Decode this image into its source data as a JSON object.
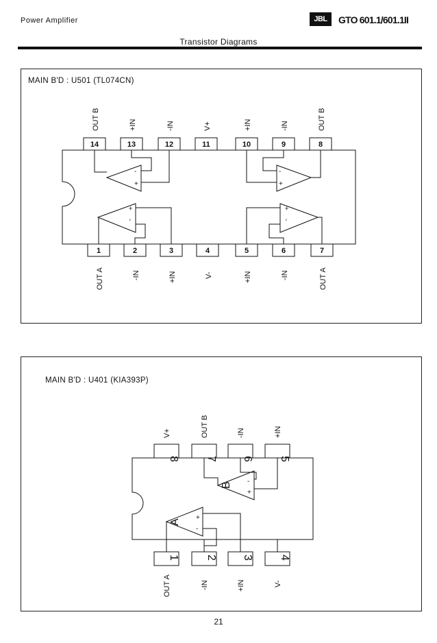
{
  "header": {
    "category": "Power  Amplifier",
    "logo_text": "JBL",
    "model": "GTO 601.1/601.1II",
    "section_title": "Transistor Diagrams"
  },
  "panel1": {
    "title": "MAIN B'D : U501 (TL074CN)",
    "top_pins": [
      {
        "number": "14",
        "label": "OUT B"
      },
      {
        "number": "13",
        "label": "+IN"
      },
      {
        "number": "12",
        "label": "-IN"
      },
      {
        "number": "11",
        "label": "V+"
      },
      {
        "number": "10",
        "label": "+IN"
      },
      {
        "number": "9",
        "label": "-IN"
      },
      {
        "number": "8",
        "label": "OUT B"
      }
    ],
    "bottom_pins": [
      {
        "number": "1",
        "label": "OUT A"
      },
      {
        "number": "2",
        "label": "-IN"
      },
      {
        "number": "3",
        "label": "+IN"
      },
      {
        "number": "4",
        "label": "V-"
      },
      {
        "number": "5",
        "label": "+IN"
      },
      {
        "number": "6",
        "label": "-IN"
      },
      {
        "number": "7",
        "label": "OUT A"
      }
    ]
  },
  "panel2": {
    "title": "MAIN B'D :  U401 (KIA393P)",
    "top_pins": [
      {
        "number": "8",
        "label": "V+"
      },
      {
        "number": "7",
        "label": "OUT B"
      },
      {
        "number": "6",
        "label": "-IN"
      },
      {
        "number": "5",
        "label": "+IN"
      }
    ],
    "bottom_pins": [
      {
        "number": "1",
        "label": "OUT A"
      },
      {
        "number": "2",
        "label": "-IN"
      },
      {
        "number": "3",
        "label": "+IN"
      },
      {
        "number": "4",
        "label": "V-"
      }
    ],
    "comparator_a": "A",
    "comparator_b": "B"
  },
  "page_number": "21"
}
